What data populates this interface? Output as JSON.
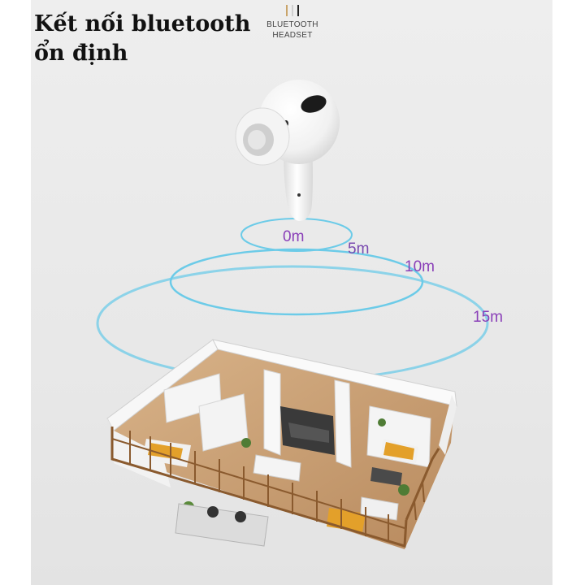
{
  "headline": {
    "line1": "Kết nối bluetooth",
    "line2": "ổn định"
  },
  "brand": {
    "line1": "BLUETOOTH",
    "line2": "HEADSET"
  },
  "ranges": [
    {
      "label": "0m",
      "color": "#8a3fb8"
    },
    {
      "label": "5m",
      "color": "#7a4ab0"
    },
    {
      "label": "10m",
      "color": "#8a3fb8"
    },
    {
      "label": "15m",
      "color": "#8a3fb8"
    }
  ],
  "colors": {
    "ring": "#63c6e6",
    "panel": "#e9e9e9",
    "floor": "#c9a27a",
    "accent_orange": "#e3a02a"
  }
}
